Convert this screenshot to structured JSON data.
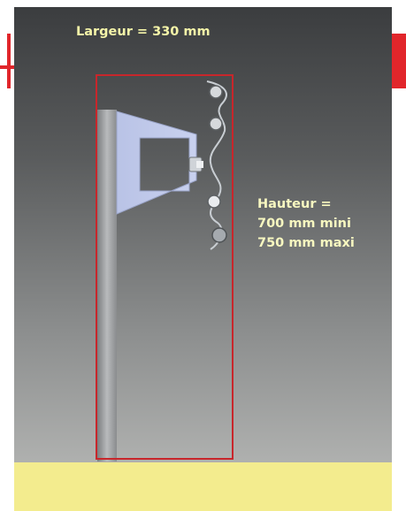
{
  "width_label": "Largeur = 330 mm",
  "height_label": {
    "line1": "Hauteur =",
    "line2": "700 mm mini",
    "line3": "750 mm maxi"
  },
  "colors": {
    "frame": "#c8262b",
    "label": "#f4f4a8",
    "ground": "#f3ec8e"
  }
}
